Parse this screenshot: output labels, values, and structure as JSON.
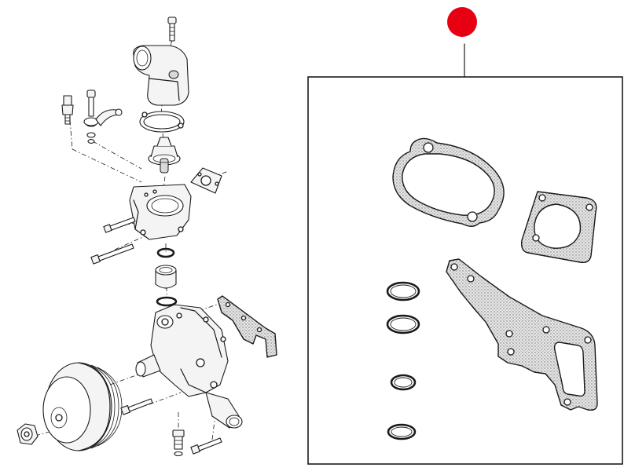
{
  "diagram": {
    "marker_color": "#e60012",
    "components": {
      "exploded_view": [
        "thermostat-housing-bolt",
        "thermostat-outlet-elbow",
        "thermostat-gasket",
        "thermostat",
        "temperature-sender",
        "banjo-bolt",
        "coolant-pipe",
        "flange-gasket",
        "thermostat-housing",
        "housing-bolts",
        "connector-o-ring",
        "connector-sleeve",
        "pump-o-ring",
        "water-pump-body",
        "pump-gasket",
        "pulley",
        "pulley-nut",
        "pump-bolts",
        "drain-plug"
      ],
      "kit_contents": [
        "thermostat-housing-gasket",
        "flange-gasket",
        "water-pump-gasket",
        "o-ring-large-1",
        "o-ring-large-2",
        "o-ring-small-1",
        "o-ring-small-2"
      ]
    }
  }
}
